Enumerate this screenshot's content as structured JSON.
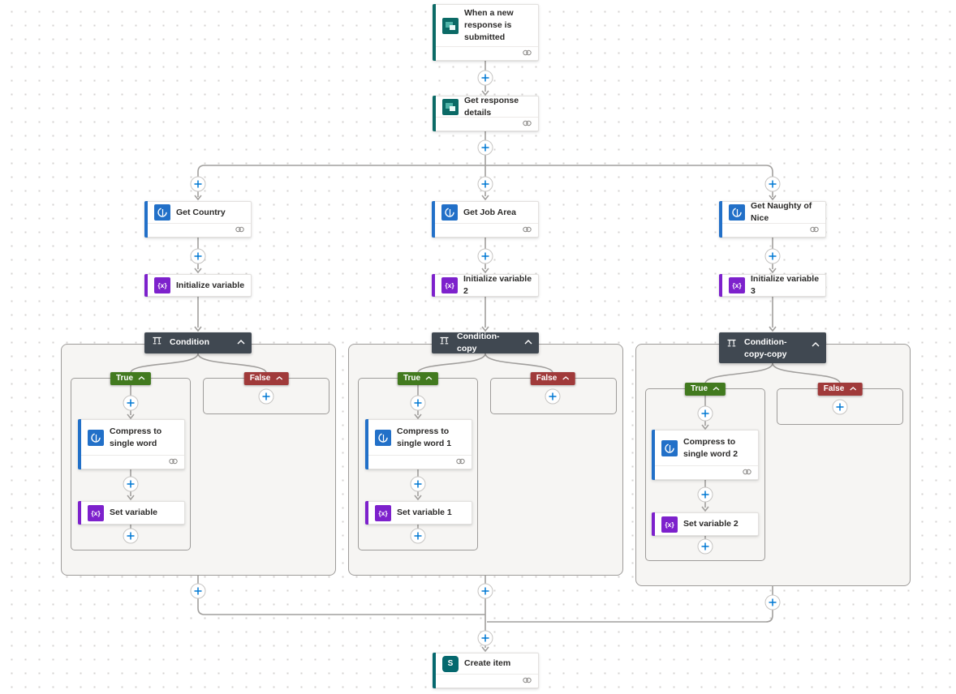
{
  "app": "power-automate-flow-designer",
  "branch_labels": {
    "true": "True",
    "false": "False"
  },
  "trigger": {
    "label": "When a new response is submitted"
  },
  "get_response_details": {
    "label": "Get response details"
  },
  "columns": [
    {
      "get_action": "Get Country",
      "init_variable": "Initialize variable",
      "condition": "Condition",
      "compress": "Compress to single word",
      "set_variable": "Set variable"
    },
    {
      "get_action": "Get Job Area",
      "init_variable": "Initialize variable 2",
      "condition": "Condition-copy",
      "compress": "Compress to single word 1",
      "set_variable": "Set variable 1"
    },
    {
      "get_action": "Get Naughty of Nice",
      "init_variable": "Initialize variable 3",
      "condition": "Condition-copy-copy",
      "compress": "Compress to single word 2",
      "set_variable": "Set variable 2"
    }
  ],
  "create_item": {
    "label": "Create item"
  },
  "icons": {
    "trigger": "forms-icon",
    "get_response_details": "forms-icon",
    "get_actions": "compose-icon",
    "variables": "variables-icon",
    "variables_glyph": "{x}",
    "condition": "condition-icon",
    "create_item": "sharepoint-icon",
    "sharepoint_glyph": "S",
    "card_footer": "link-icon",
    "insert_step": "plus-icon",
    "collapse": "chevron-up-icon"
  },
  "colors": {
    "forms_teal": "#0b6a66",
    "sharepoint_teal": "#05686e",
    "operations_blue": "#2270c8",
    "variables_purple": "#7d21cc",
    "condition_header": "#404851",
    "true_green": "#427a1f",
    "false_red": "#a03a3a",
    "plus_blue": "#0078d4",
    "connector_gray": "#a19f9d"
  }
}
